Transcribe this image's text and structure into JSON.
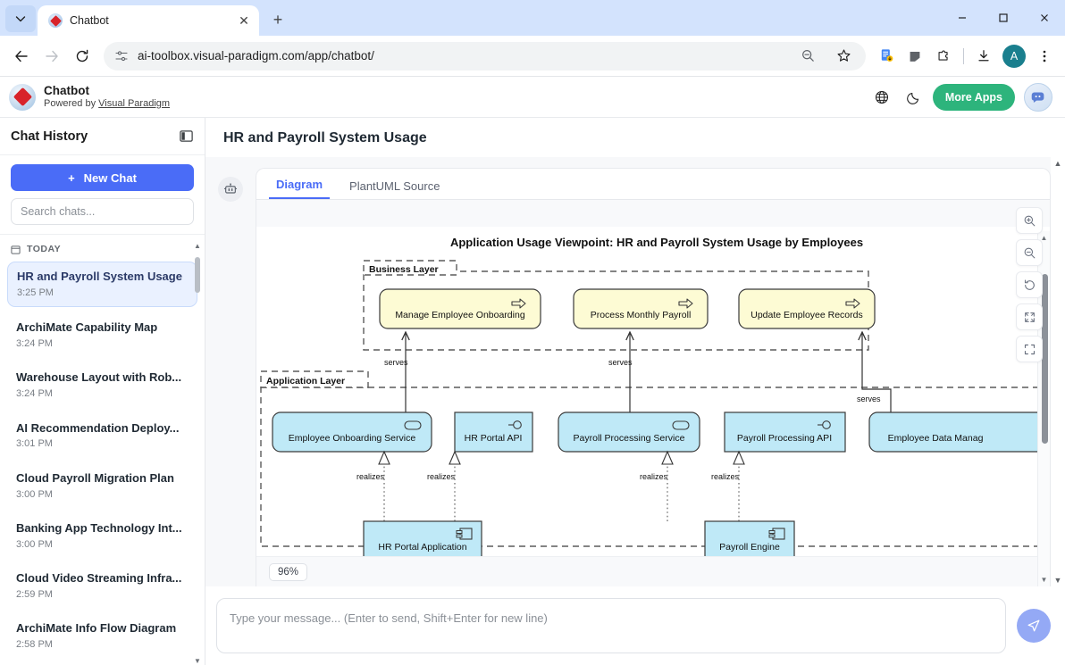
{
  "browser": {
    "tab": {
      "title": "Chatbot",
      "favicon": "visual-paradigm-favicon",
      "close": "✕"
    },
    "new_tab": "+",
    "window": {
      "minimize": "—",
      "maximize": "□",
      "close": "✕"
    },
    "nav": {
      "back": "←",
      "forward": "→",
      "reload": "↻"
    },
    "url": "ai-toolbox.visual-paradigm.com/app/chatbot/",
    "avatar_letter": "A",
    "toolbar_icons": [
      "zoom-out-icon",
      "bookmark-star-icon",
      "reading-list-icon",
      "cast-icon",
      "extensions-icon",
      "downloads-icon",
      "profile-avatar",
      "chrome-menu-icon"
    ]
  },
  "app_header": {
    "title": "Chatbot",
    "powered_prefix": "Powered by ",
    "powered_link": "Visual Paradigm",
    "more_apps_label": "More Apps",
    "icons": {
      "language": "globe-icon",
      "theme": "moon-icon",
      "assistant": "chat-bubble-icon"
    }
  },
  "sidebar": {
    "title": "Chat History",
    "collapse_icon": "panel-collapse-icon",
    "new_chat_label": "New Chat",
    "new_chat_plus": "+",
    "search_placeholder": "Search chats...",
    "group_label": "TODAY",
    "group_icon": "calendar-icon",
    "items": [
      {
        "title": "HR and Payroll System Usage",
        "time": "3:25 PM",
        "active": true
      },
      {
        "title": "ArchiMate Capability Map",
        "time": "3:24 PM",
        "active": false
      },
      {
        "title": "Warehouse Layout with Rob...",
        "time": "3:24 PM",
        "active": false
      },
      {
        "title": "AI Recommendation Deploy...",
        "time": "3:01 PM",
        "active": false
      },
      {
        "title": "Cloud Payroll Migration Plan",
        "time": "3:00 PM",
        "active": false
      },
      {
        "title": "Banking App Technology Int...",
        "time": "3:00 PM",
        "active": false
      },
      {
        "title": "Cloud Video Streaming Infra...",
        "time": "2:59 PM",
        "active": false
      },
      {
        "title": "ArchiMate Info Flow Diagram",
        "time": "2:58 PM",
        "active": false
      }
    ]
  },
  "main": {
    "page_title": "HR and Payroll System Usage",
    "bot_icon": "robot-icon",
    "tabs": [
      {
        "label": "Diagram",
        "active": true
      },
      {
        "label": "PlantUML Source",
        "active": false
      }
    ],
    "zoom_level": "96%",
    "zoom_tools": [
      "zoom-in-icon",
      "zoom-out-icon",
      "reset-rotate-icon",
      "expand-icon",
      "fit-screen-icon"
    ]
  },
  "composer": {
    "placeholder": "Type your message... (Enter to send, Shift+Enter for new line)",
    "send_icon": "send-paper-plane-icon"
  },
  "diagram": {
    "title": "Application Usage Viewpoint: HR and Payroll System Usage by Employees",
    "layers": [
      {
        "name": "Business Layer"
      },
      {
        "name": "Application Layer"
      }
    ],
    "business_nodes": [
      {
        "label": "Manage Employee Onboarding",
        "icon": "business-process-arrow"
      },
      {
        "label": "Process Monthly Payroll",
        "icon": "business-process-arrow"
      },
      {
        "label": "Update Employee Records",
        "icon": "business-process-arrow"
      }
    ],
    "application_services": [
      {
        "label": "Employee Onboarding Service",
        "icon": "app-service-rounded"
      },
      {
        "label": "HR Portal API",
        "icon": "app-interface-lollipop"
      },
      {
        "label": "Payroll Processing Service",
        "icon": "app-service-rounded"
      },
      {
        "label": "Payroll Processing API",
        "icon": "app-interface-lollipop"
      },
      {
        "label": "Employee Data Manag",
        "icon": "app-service-rounded"
      }
    ],
    "components": [
      {
        "label": "HR Portal Application",
        "icon": "app-component-icon"
      },
      {
        "label": "Payroll Engine",
        "icon": "app-component-icon"
      }
    ],
    "relations": {
      "serves": "serves",
      "realizes": "realizes"
    },
    "colors": {
      "business_fill": "#fdfbd4",
      "application_fill": "#bfe9f7",
      "stroke": "#3a3a3a"
    }
  }
}
